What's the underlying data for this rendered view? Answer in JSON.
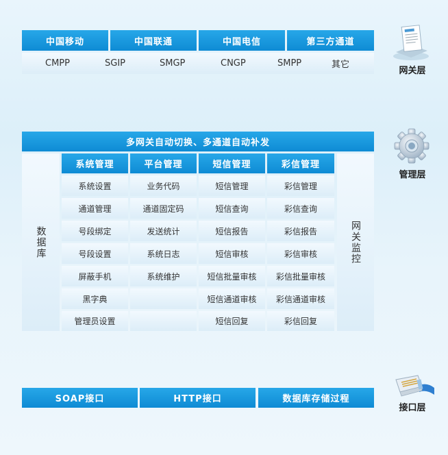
{
  "gateway": {
    "carriers": [
      "中国移动",
      "中国联通",
      "中国电信",
      "第三方通道"
    ],
    "protocols": [
      "CMPP",
      "SGIP",
      "SMGP",
      "CNGP",
      "SMPP",
      "其它"
    ],
    "layer_label": "网关层"
  },
  "management": {
    "banner": "多网关自动切换、多通道自动补发",
    "left_label": "数据库",
    "right_label": "网关监控",
    "layer_label": "管理层",
    "columns": [
      {
        "header": "系统管理",
        "items": [
          "系统设置",
          "通道管理",
          "号段绑定",
          "号段设置",
          "屏蔽手机",
          "黑字典",
          "管理员设置"
        ]
      },
      {
        "header": "平台管理",
        "items": [
          "业务代码",
          "通道固定码",
          "发送统计",
          "系统日志",
          "系统维护",
          "",
          ""
        ]
      },
      {
        "header": "短信管理",
        "items": [
          "短信管理",
          "短信查询",
          "短信报告",
          "短信审核",
          "短信批量审核",
          "短信通道审核",
          "短信回复"
        ]
      },
      {
        "header": "彩信管理",
        "items": [
          "彩信管理",
          "彩信查询",
          "彩信报告",
          "彩信审核",
          "彩信批量审核",
          "彩信通道审核",
          "彩信回复"
        ]
      }
    ]
  },
  "interface": {
    "items": [
      "SOAP接口",
      "HTTP接口",
      "数据库存储过程"
    ],
    "layer_label": "接口层"
  },
  "colors": {
    "primary": "#1296dc",
    "light_cell": "#e4f1fa",
    "background": "#e4f2fb"
  }
}
